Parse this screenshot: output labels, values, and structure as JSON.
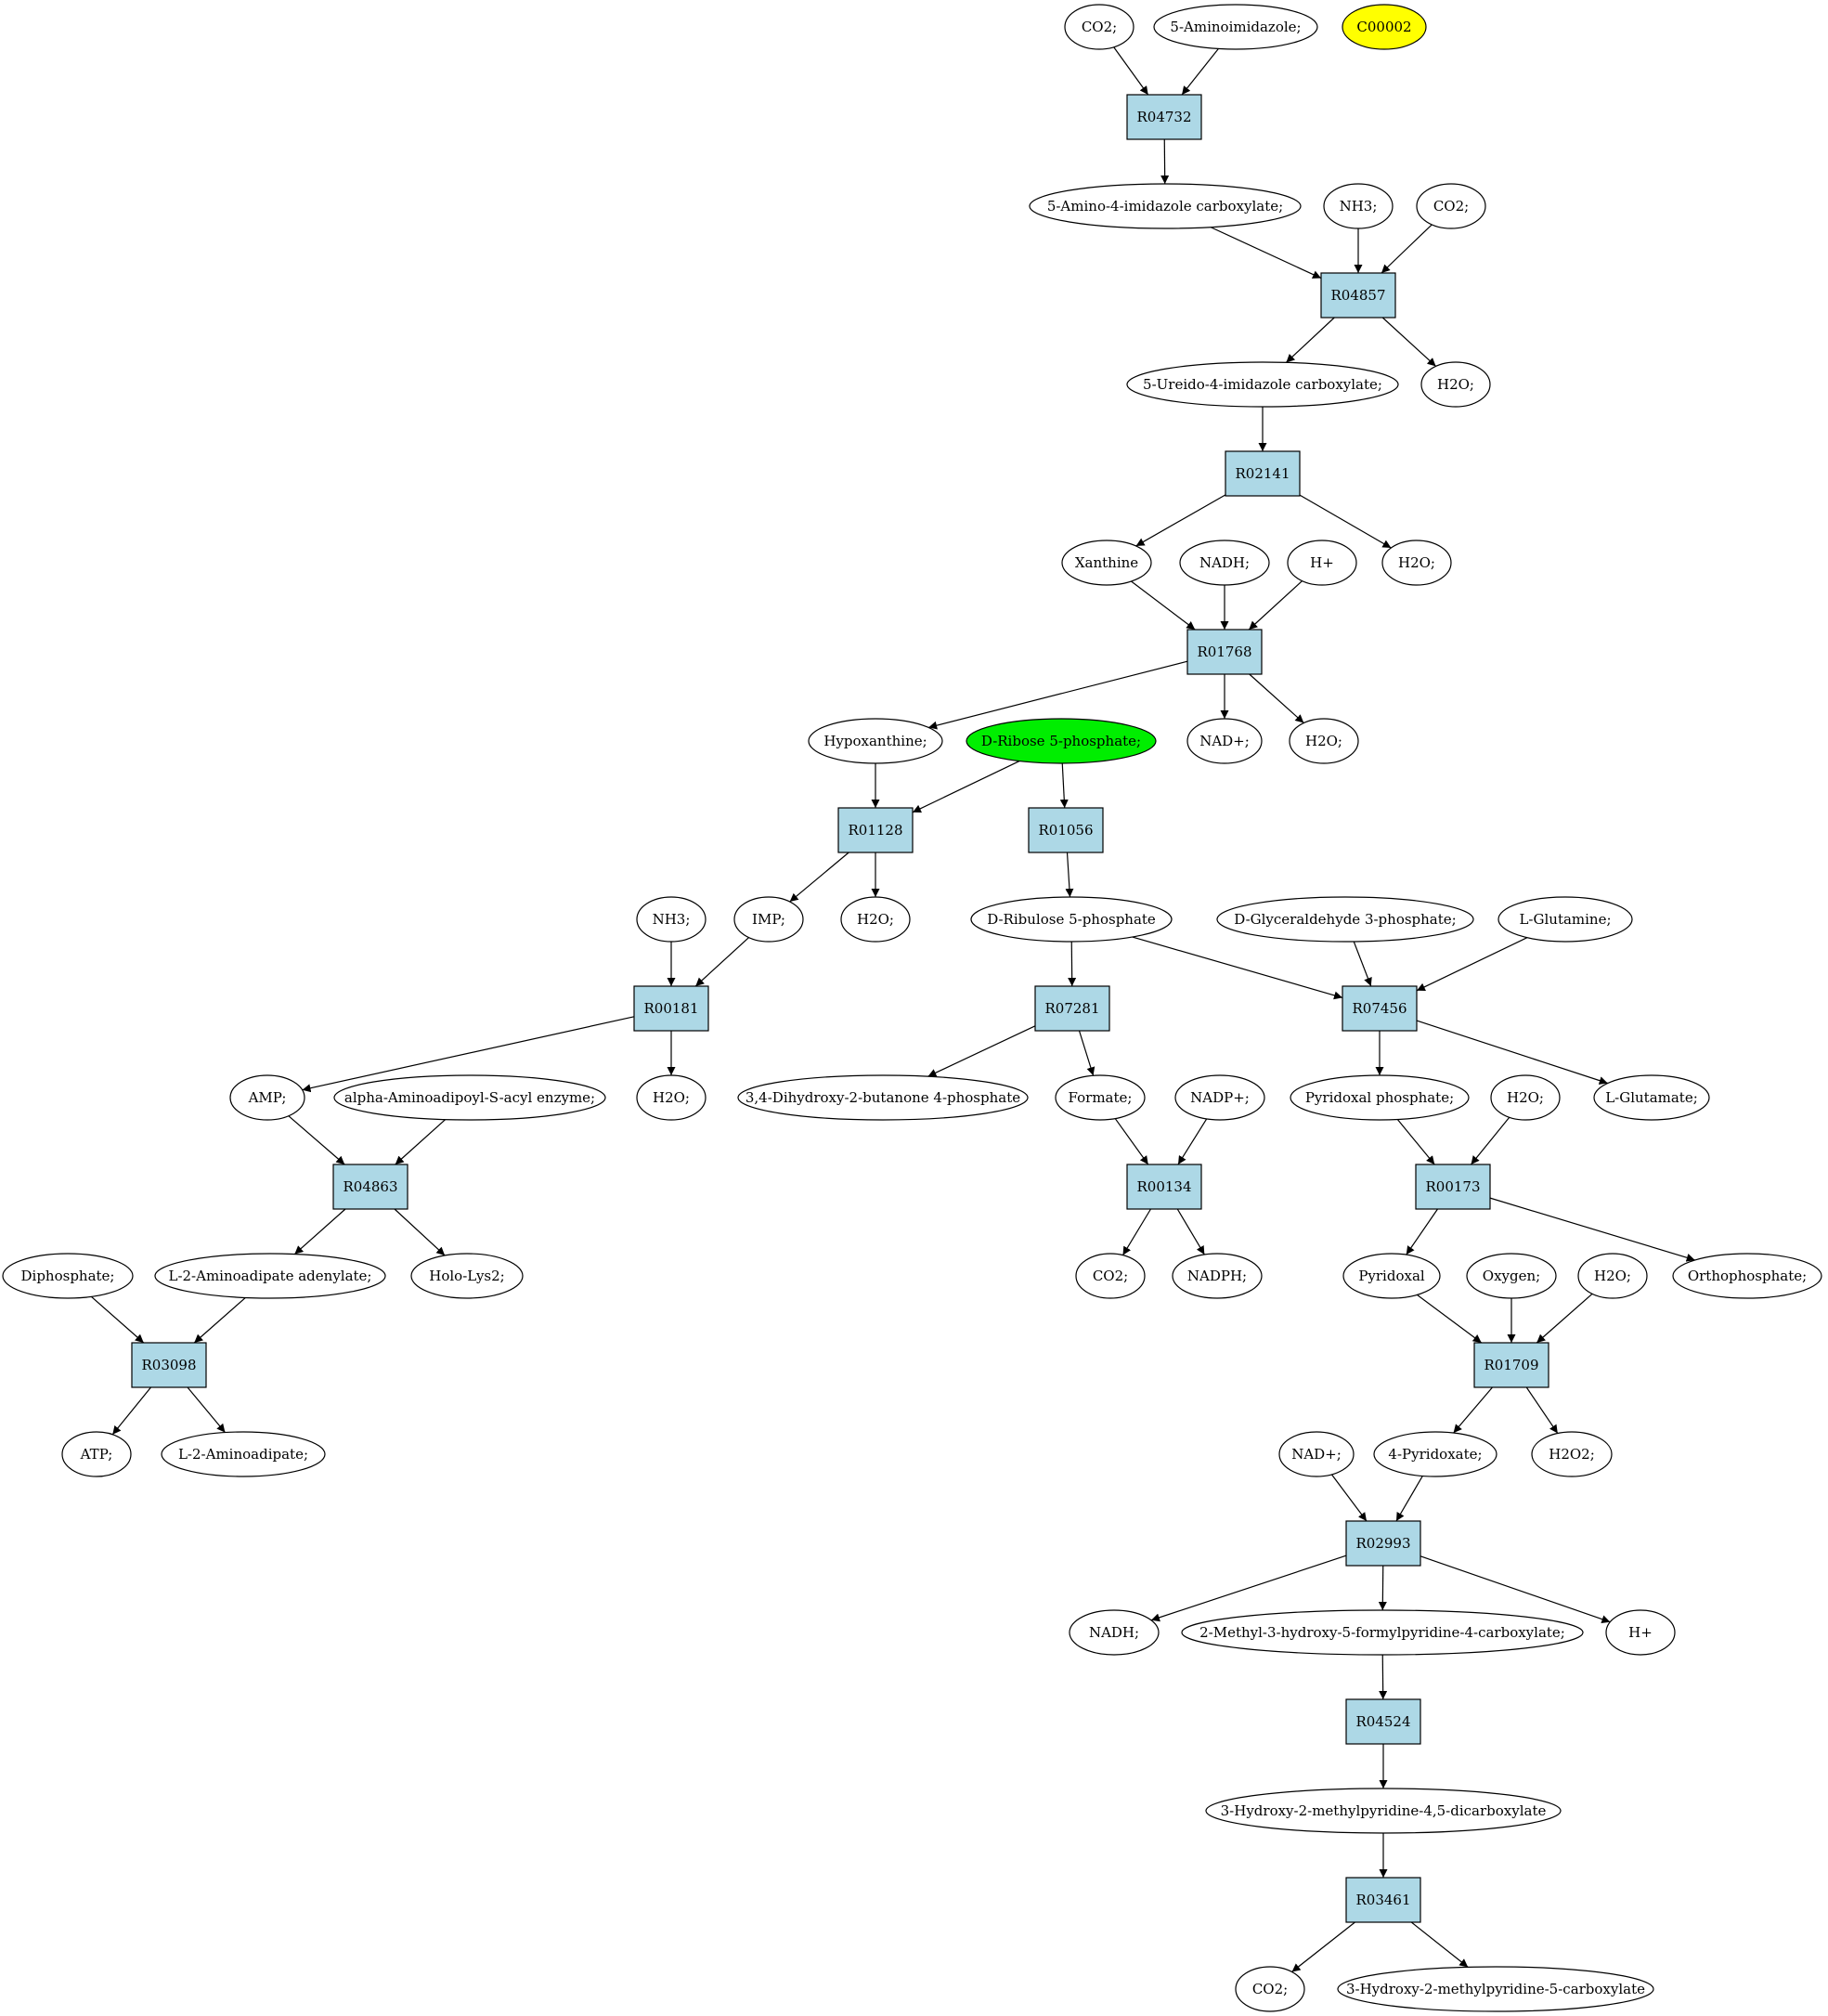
{
  "colors": {
    "reaction_fill": "#add8e6",
    "compound_fill": "#ffffff",
    "highlight_green": "#00ee00",
    "highlight_yellow": "#ffff00",
    "stroke": "#000000"
  },
  "nodes": [
    {
      "id": "c_co2_a",
      "label": "CO2;",
      "kind": "compound"
    },
    {
      "id": "c_5ai",
      "label": "5-Aminoimidazole;",
      "kind": "compound"
    },
    {
      "id": "c_c00002",
      "label": "C00002",
      "kind": "compound",
      "fill": "#ffff00"
    },
    {
      "id": "r_R04732",
      "label": "R04732",
      "kind": "reaction"
    },
    {
      "id": "c_5a4ic",
      "label": "5-Amino-4-imidazole carboxylate;",
      "kind": "compound"
    },
    {
      "id": "c_nh3_a",
      "label": "NH3;",
      "kind": "compound"
    },
    {
      "id": "c_co2_b",
      "label": "CO2;",
      "kind": "compound"
    },
    {
      "id": "r_R04857",
      "label": "R04857",
      "kind": "reaction"
    },
    {
      "id": "c_5u4ic",
      "label": "5-Ureido-4-imidazole carboxylate;",
      "kind": "compound"
    },
    {
      "id": "c_h2o_a",
      "label": "H2O;",
      "kind": "compound"
    },
    {
      "id": "r_R02141",
      "label": "R02141",
      "kind": "reaction"
    },
    {
      "id": "c_xanthine",
      "label": "Xanthine",
      "kind": "compound"
    },
    {
      "id": "c_nadh_a",
      "label": "NADH;",
      "kind": "compound"
    },
    {
      "id": "c_hplus_a",
      "label": "H+",
      "kind": "compound"
    },
    {
      "id": "c_h2o_b",
      "label": "H2O;",
      "kind": "compound"
    },
    {
      "id": "r_R01768",
      "label": "R01768",
      "kind": "reaction"
    },
    {
      "id": "c_hypox",
      "label": "Hypoxanthine;",
      "kind": "compound"
    },
    {
      "id": "c_dr5p",
      "label": "D-Ribose 5-phosphate;",
      "kind": "compound",
      "fill": "#00ee00"
    },
    {
      "id": "c_nadp_a",
      "label": "NAD+;",
      "kind": "compound"
    },
    {
      "id": "c_h2o_c",
      "label": "H2O;",
      "kind": "compound"
    },
    {
      "id": "r_R01128",
      "label": "R01128",
      "kind": "reaction"
    },
    {
      "id": "r_R01056",
      "label": "R01056",
      "kind": "reaction"
    },
    {
      "id": "c_nh3_b",
      "label": "NH3;",
      "kind": "compound"
    },
    {
      "id": "c_imp",
      "label": "IMP;",
      "kind": "compound"
    },
    {
      "id": "c_h2o_d",
      "label": "H2O;",
      "kind": "compound"
    },
    {
      "id": "c_dru5p",
      "label": "D-Ribulose 5-phosphate",
      "kind": "compound"
    },
    {
      "id": "c_dg3p",
      "label": "D-Glyceraldehyde 3-phosphate;",
      "kind": "compound"
    },
    {
      "id": "c_lgln",
      "label": "L-Glutamine;",
      "kind": "compound"
    },
    {
      "id": "r_R00181",
      "label": "R00181",
      "kind": "reaction"
    },
    {
      "id": "r_R07281",
      "label": "R07281",
      "kind": "reaction"
    },
    {
      "id": "r_R07456",
      "label": "R07456",
      "kind": "reaction"
    },
    {
      "id": "c_amp",
      "label": "AMP;",
      "kind": "compound"
    },
    {
      "id": "c_aaase",
      "label": "alpha-Aminoadipoyl-S-acyl enzyme;",
      "kind": "compound"
    },
    {
      "id": "c_h2o_e",
      "label": "H2O;",
      "kind": "compound"
    },
    {
      "id": "c_34dhb",
      "label": "3,4-Dihydroxy-2-butanone 4-phosphate",
      "kind": "compound"
    },
    {
      "id": "c_formate",
      "label": "Formate;",
      "kind": "compound"
    },
    {
      "id": "c_nadpplus",
      "label": "NADP+;",
      "kind": "compound"
    },
    {
      "id": "c_plp",
      "label": "Pyridoxal phosphate;",
      "kind": "compound"
    },
    {
      "id": "c_h2o_f",
      "label": "H2O;",
      "kind": "compound"
    },
    {
      "id": "c_lglu",
      "label": "L-Glutamate;",
      "kind": "compound"
    },
    {
      "id": "r_R04863",
      "label": "R04863",
      "kind": "reaction"
    },
    {
      "id": "r_R00134",
      "label": "R00134",
      "kind": "reaction"
    },
    {
      "id": "r_R00173",
      "label": "R00173",
      "kind": "reaction"
    },
    {
      "id": "c_diphos",
      "label": "Diphosphate;",
      "kind": "compound"
    },
    {
      "id": "c_l2aad",
      "label": "L-2-Aminoadipate adenylate;",
      "kind": "compound"
    },
    {
      "id": "c_hololys2",
      "label": "Holo-Lys2;",
      "kind": "compound"
    },
    {
      "id": "c_co2_c",
      "label": "CO2;",
      "kind": "compound"
    },
    {
      "id": "c_nadph",
      "label": "NADPH;",
      "kind": "compound"
    },
    {
      "id": "c_pyridoxal",
      "label": "Pyridoxal",
      "kind": "compound"
    },
    {
      "id": "c_oxygen",
      "label": "Oxygen;",
      "kind": "compound"
    },
    {
      "id": "c_h2o_g",
      "label": "H2O;",
      "kind": "compound"
    },
    {
      "id": "c_orthop",
      "label": "Orthophosphate;",
      "kind": "compound"
    },
    {
      "id": "r_R03098",
      "label": "R03098",
      "kind": "reaction"
    },
    {
      "id": "r_R01709",
      "label": "R01709",
      "kind": "reaction"
    },
    {
      "id": "c_atp",
      "label": "ATP;",
      "kind": "compound"
    },
    {
      "id": "c_l2aa",
      "label": "L-2-Aminoadipate;",
      "kind": "compound"
    },
    {
      "id": "c_nadplus_b",
      "label": "NAD+;",
      "kind": "compound"
    },
    {
      "id": "c_4pyr",
      "label": "4-Pyridoxate;",
      "kind": "compound"
    },
    {
      "id": "c_h2o2",
      "label": "H2O2;",
      "kind": "compound"
    },
    {
      "id": "r_R02993",
      "label": "R02993",
      "kind": "reaction"
    },
    {
      "id": "c_nadh_b",
      "label": "NADH;",
      "kind": "compound"
    },
    {
      "id": "c_2m3h5f",
      "label": "2-Methyl-3-hydroxy-5-formylpyridine-4-carboxylate;",
      "kind": "compound"
    },
    {
      "id": "c_hplus_b",
      "label": "H+",
      "kind": "compound"
    },
    {
      "id": "r_R04524",
      "label": "R04524",
      "kind": "reaction"
    },
    {
      "id": "c_3h2m45d",
      "label": "3-Hydroxy-2-methylpyridine-4,5-dicarboxylate",
      "kind": "compound"
    },
    {
      "id": "r_R03461",
      "label": "R03461",
      "kind": "reaction"
    },
    {
      "id": "c_co2_d",
      "label": "CO2;",
      "kind": "compound"
    },
    {
      "id": "c_3h2m5c",
      "label": "3-Hydroxy-2-methylpyridine-5-carboxylate",
      "kind": "compound"
    }
  ],
  "edges": [
    [
      "c_co2_a",
      "r_R04732"
    ],
    [
      "c_5ai",
      "r_R04732"
    ],
    [
      "r_R04732",
      "c_5a4ic"
    ],
    [
      "c_5a4ic",
      "r_R04857"
    ],
    [
      "c_nh3_a",
      "r_R04857"
    ],
    [
      "c_co2_b",
      "r_R04857"
    ],
    [
      "r_R04857",
      "c_5u4ic"
    ],
    [
      "r_R04857",
      "c_h2o_a"
    ],
    [
      "c_5u4ic",
      "r_R02141"
    ],
    [
      "r_R02141",
      "c_xanthine"
    ],
    [
      "r_R02141",
      "c_h2o_b"
    ],
    [
      "c_xanthine",
      "r_R01768"
    ],
    [
      "c_nadh_a",
      "r_R01768"
    ],
    [
      "c_hplus_a",
      "r_R01768"
    ],
    [
      "r_R01768",
      "c_hypox"
    ],
    [
      "r_R01768",
      "c_nadp_a"
    ],
    [
      "r_R01768",
      "c_h2o_c"
    ],
    [
      "c_hypox",
      "r_R01128"
    ],
    [
      "c_dr5p",
      "r_R01128"
    ],
    [
      "c_dr5p",
      "r_R01056"
    ],
    [
      "r_R01128",
      "c_imp"
    ],
    [
      "r_R01128",
      "c_h2o_d"
    ],
    [
      "r_R01056",
      "c_dru5p"
    ],
    [
      "c_nh3_b",
      "r_R00181"
    ],
    [
      "c_imp",
      "r_R00181"
    ],
    [
      "r_R00181",
      "c_amp"
    ],
    [
      "r_R00181",
      "c_h2o_e"
    ],
    [
      "c_dru5p",
      "r_R07281"
    ],
    [
      "c_dru5p",
      "r_R07456"
    ],
    [
      "c_dg3p",
      "r_R07456"
    ],
    [
      "c_lgln",
      "r_R07456"
    ],
    [
      "r_R07281",
      "c_34dhb"
    ],
    [
      "r_R07281",
      "c_formate"
    ],
    [
      "r_R07456",
      "c_plp"
    ],
    [
      "r_R07456",
      "c_lglu"
    ],
    [
      "c_amp",
      "r_R04863"
    ],
    [
      "c_aaase",
      "r_R04863"
    ],
    [
      "r_R04863",
      "c_l2aad"
    ],
    [
      "r_R04863",
      "c_hololys2"
    ],
    [
      "c_formate",
      "r_R00134"
    ],
    [
      "c_nadpplus",
      "r_R00134"
    ],
    [
      "r_R00134",
      "c_co2_c"
    ],
    [
      "r_R00134",
      "c_nadph"
    ],
    [
      "c_plp",
      "r_R00173"
    ],
    [
      "c_h2o_f",
      "r_R00173"
    ],
    [
      "r_R00173",
      "c_pyridoxal"
    ],
    [
      "r_R00173",
      "c_orthop"
    ],
    [
      "c_diphos",
      "r_R03098"
    ],
    [
      "c_l2aad",
      "r_R03098"
    ],
    [
      "r_R03098",
      "c_atp"
    ],
    [
      "r_R03098",
      "c_l2aa"
    ],
    [
      "c_pyridoxal",
      "r_R01709"
    ],
    [
      "c_oxygen",
      "r_R01709"
    ],
    [
      "c_h2o_g",
      "r_R01709"
    ],
    [
      "r_R01709",
      "c_4pyr"
    ],
    [
      "r_R01709",
      "c_h2o2"
    ],
    [
      "c_nadplus_b",
      "r_R02993"
    ],
    [
      "c_4pyr",
      "r_R02993"
    ],
    [
      "r_R02993",
      "c_nadh_b"
    ],
    [
      "r_R02993",
      "c_2m3h5f"
    ],
    [
      "r_R02993",
      "c_hplus_b"
    ],
    [
      "c_2m3h5f",
      "r_R04524"
    ],
    [
      "r_R04524",
      "c_3h2m45d"
    ],
    [
      "c_3h2m45d",
      "r_R03461"
    ],
    [
      "r_R03461",
      "c_co2_d"
    ],
    [
      "r_R03461",
      "c_3h2m5c"
    ]
  ]
}
